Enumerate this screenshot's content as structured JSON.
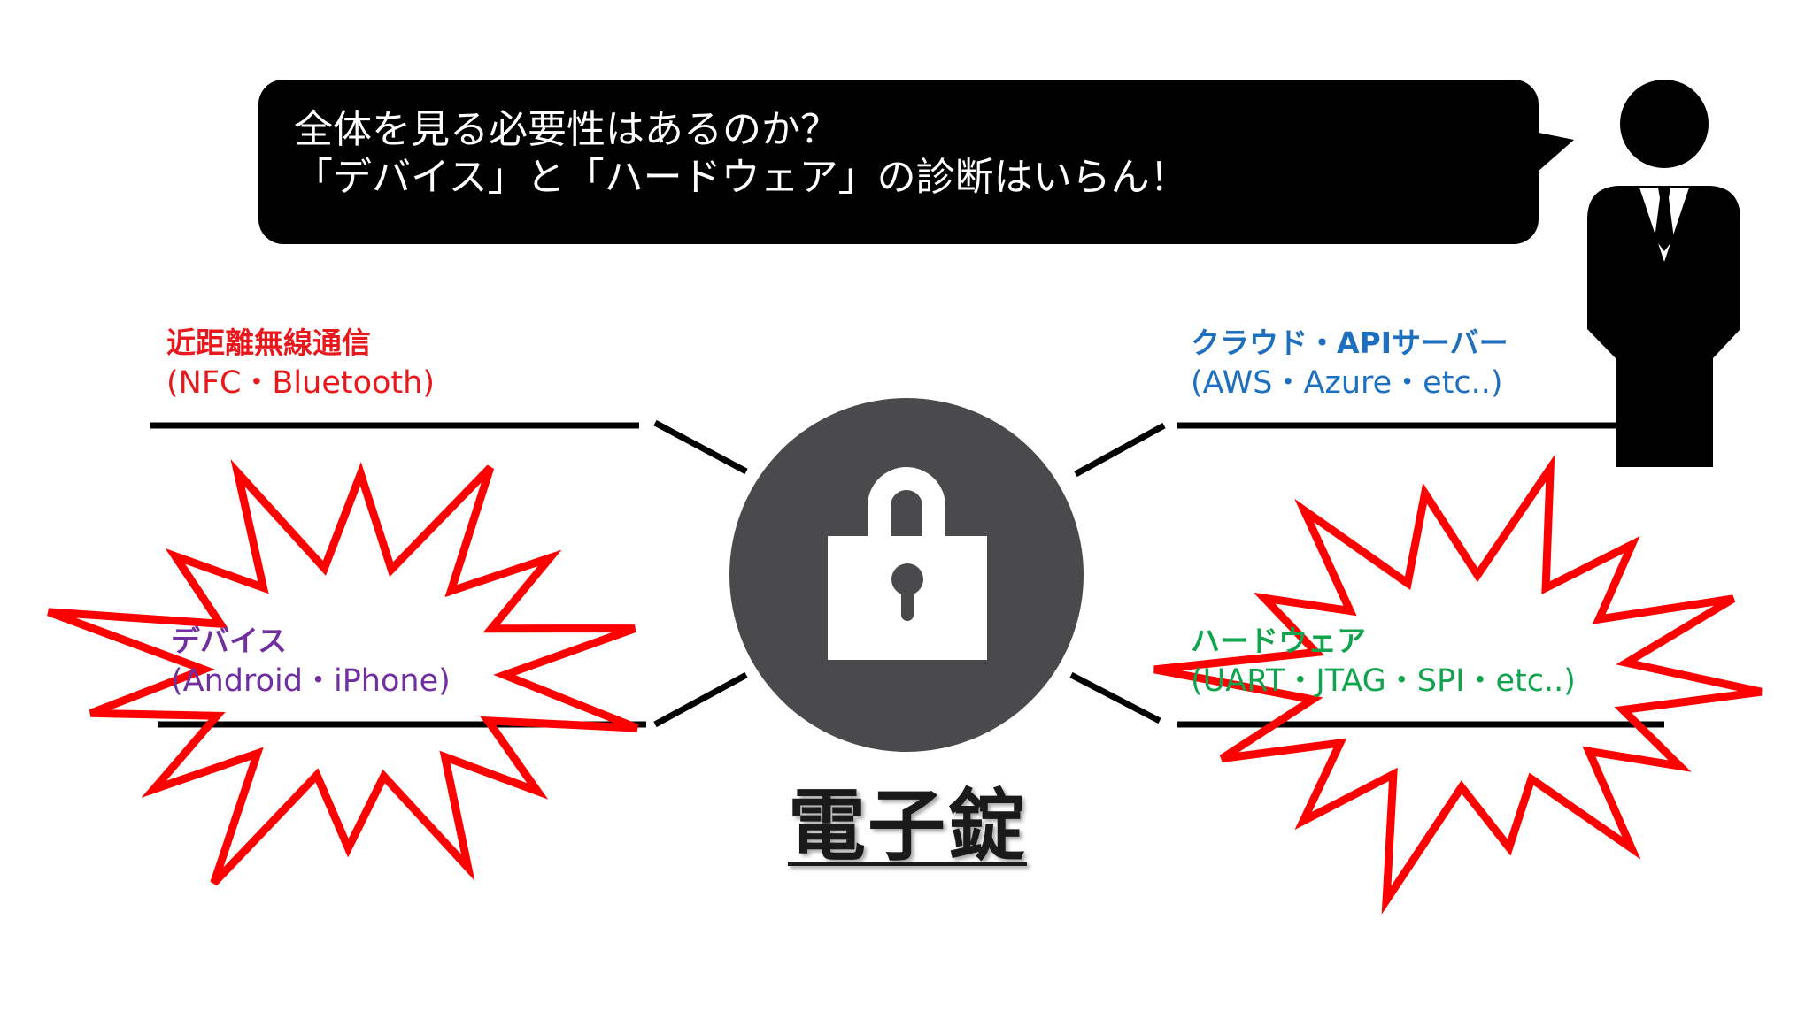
{
  "speech_bubble": {
    "line1": "全体を見る必要性はあるのか？",
    "line2": "「デバイス」と「ハードウェア」の診断はいらん！"
  },
  "center": {
    "title": "電子錠"
  },
  "labels": {
    "nfc": {
      "title": "近距離無線通信",
      "sub": "(NFC・Bluetooth)"
    },
    "cloud": {
      "title": "クラウド・APIサーバー",
      "sub": "(AWS・Azure・etc..)"
    },
    "device": {
      "title": "デバイス",
      "sub": "(Android・iPhone)"
    },
    "hardware": {
      "title": "ハードウェア",
      "sub": "(UART・JTAG・SPI・etc..)"
    }
  },
  "colors": {
    "nfc": "#e8191d",
    "cloud": "#1f6fbf",
    "device": "#7030a0",
    "hardware": "#12a34f",
    "burst_stroke": "#ff0000",
    "lock_circle": "#4a494b",
    "bubble": "#000000"
  },
  "icons": {
    "center": "padlock-icon",
    "person": "businessman-icon"
  }
}
